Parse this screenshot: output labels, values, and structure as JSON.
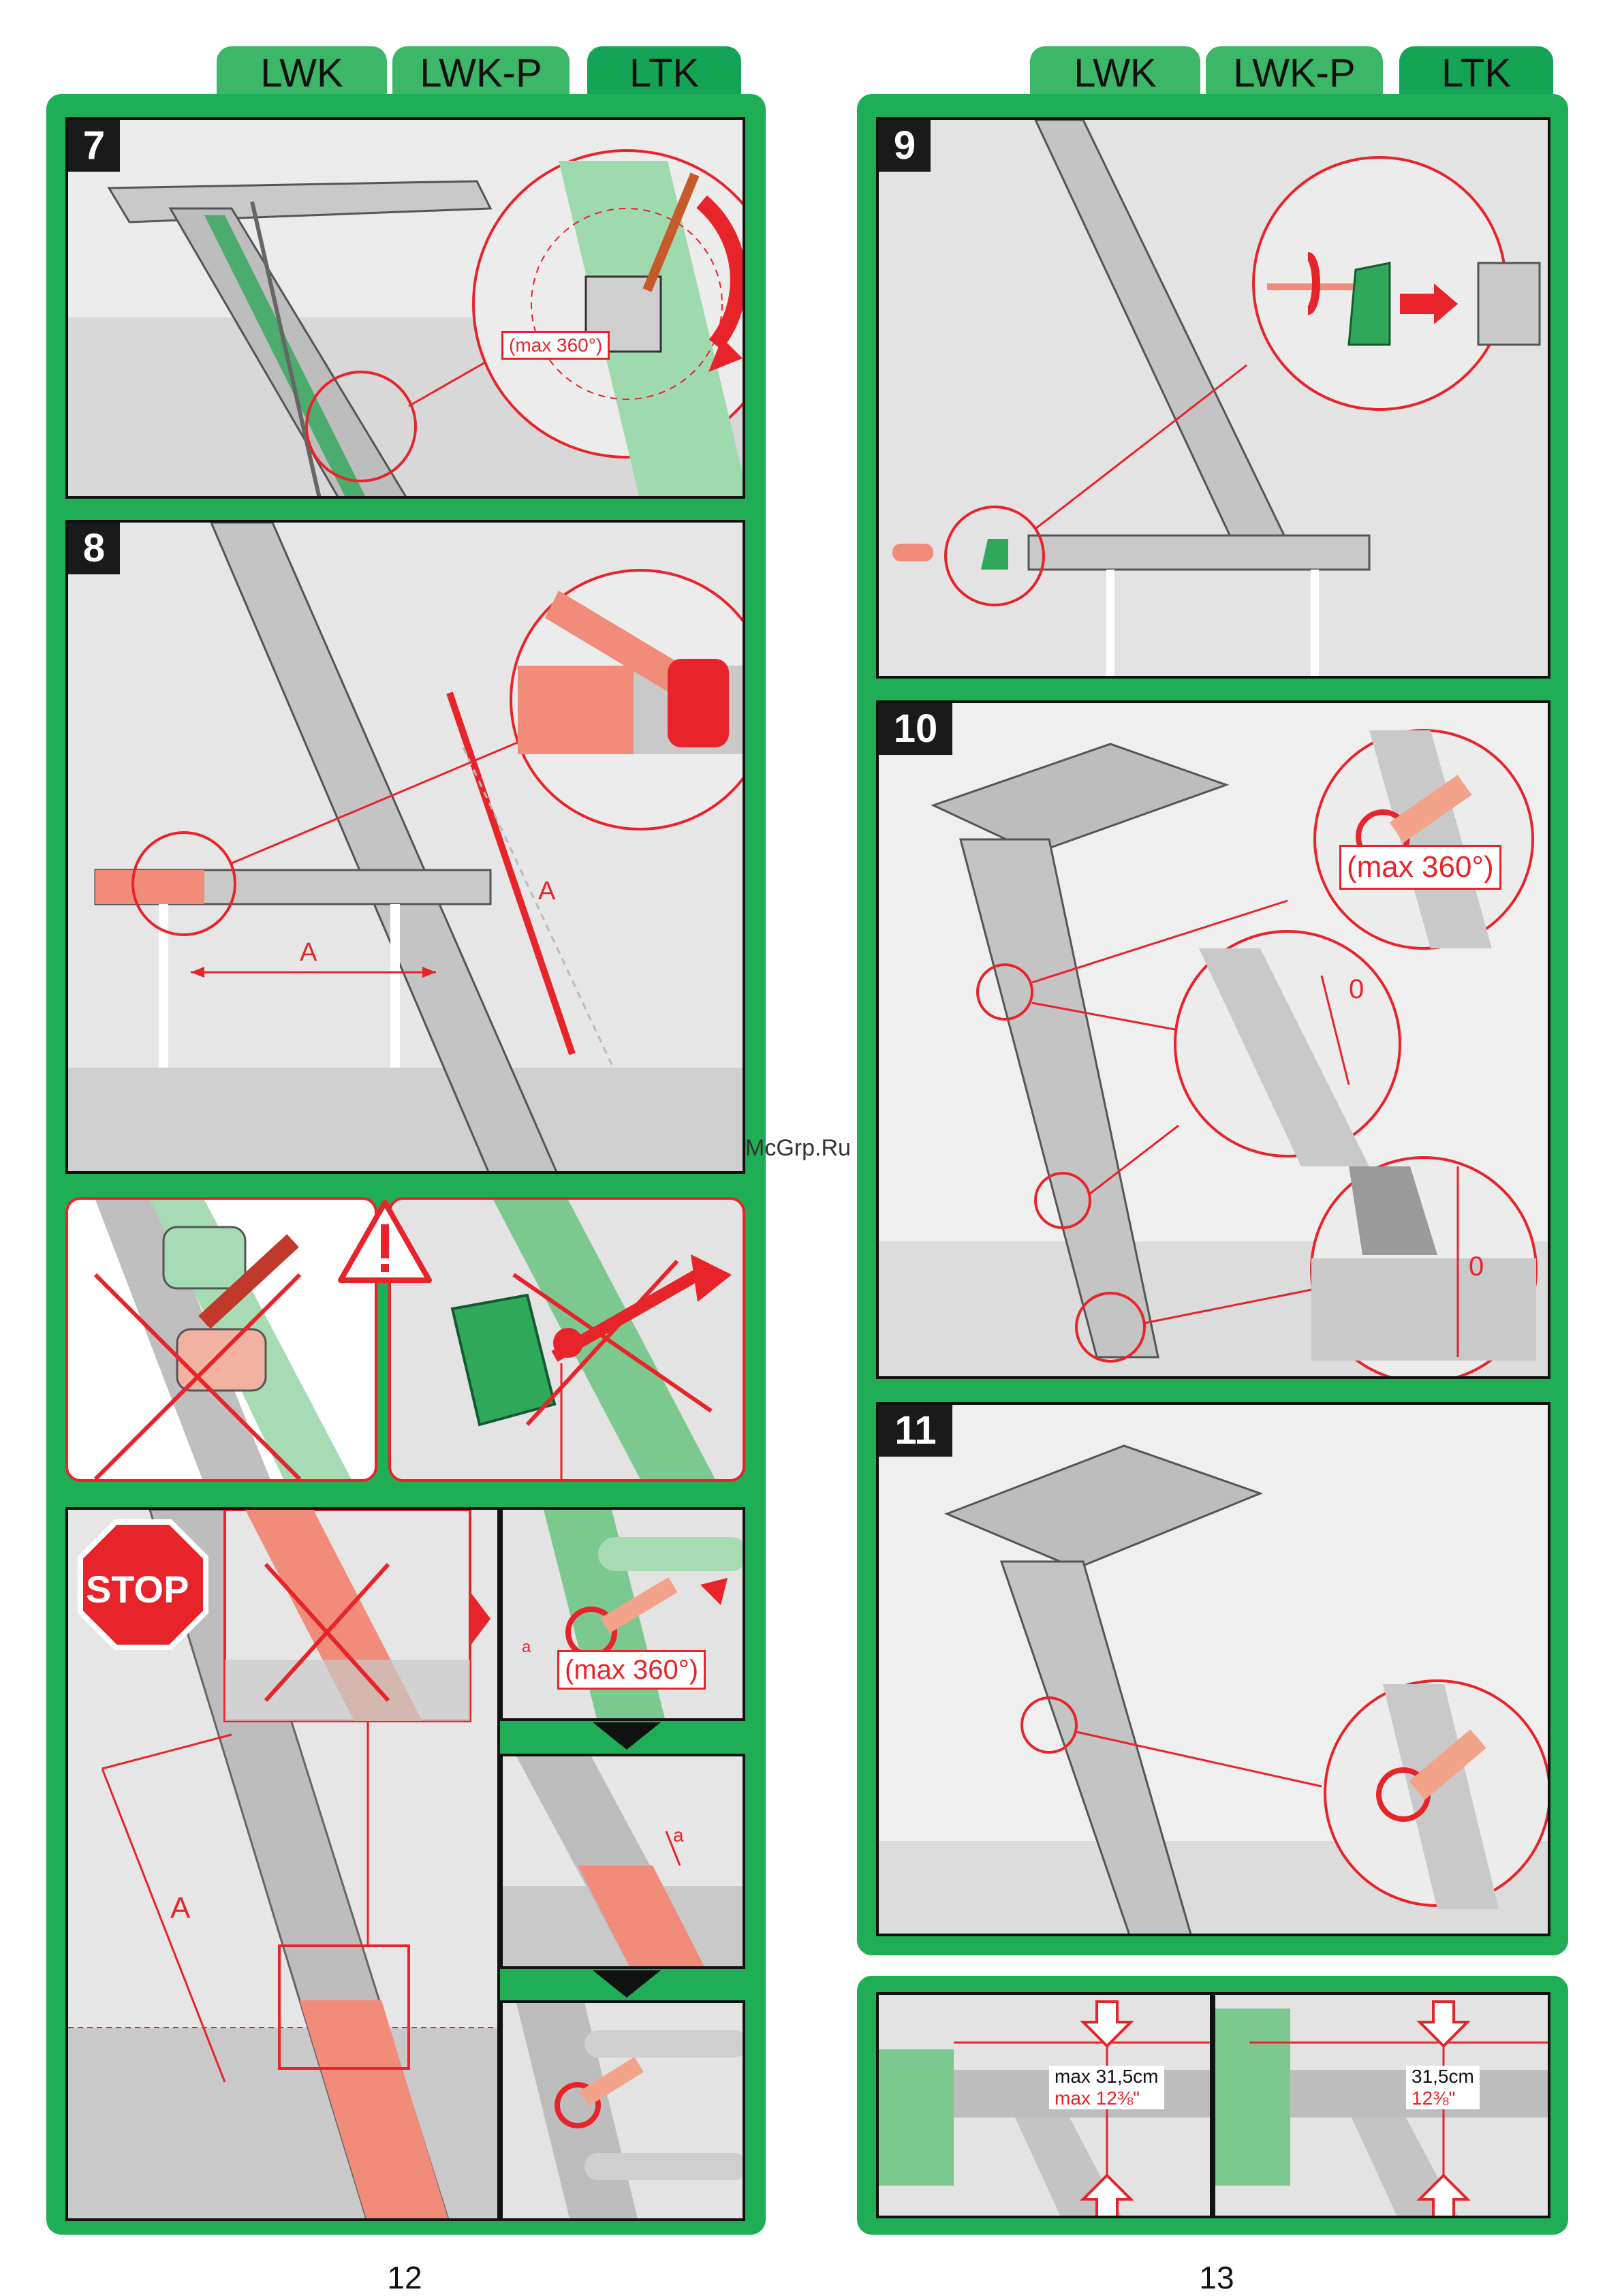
{
  "left_page": {
    "tabs": [
      "LWK",
      "LWK-P",
      "LTK"
    ],
    "page_number": "12",
    "steps": {
      "s7": {
        "number": "7",
        "callout": "(max 360°)"
      },
      "s8": {
        "number": "8",
        "dim_horizontal": "A",
        "dim_diagonal": "A"
      },
      "s12": {
        "stop": "STOP",
        "dim": "A",
        "callout": "(max 360°)",
        "gap_a1": "a",
        "gap_a2": "a"
      }
    }
  },
  "right_page": {
    "tabs": [
      "LWK",
      "LWK-P",
      "LTK"
    ],
    "page_number": "13",
    "steps": {
      "s9": {
        "number": "9"
      },
      "s10": {
        "number": "10",
        "callout": "(max 360°)",
        "zero_top": "0",
        "zero_bottom": "0"
      },
      "s11": {
        "number": "11"
      },
      "gap": {
        "left_line1": "max 31,5cm",
        "left_line2": "max 12⅜\"",
        "right_line1": "31,5cm",
        "right_line2": "12⅜\""
      }
    }
  },
  "watermark": "McGrp.Ru",
  "colors": {
    "frame_green": "#1fad55",
    "tab_green": "#3cb667",
    "accent_red": "#e8242b",
    "panel_gray": "#e3e3e3",
    "part_green": "#7cc98f"
  }
}
